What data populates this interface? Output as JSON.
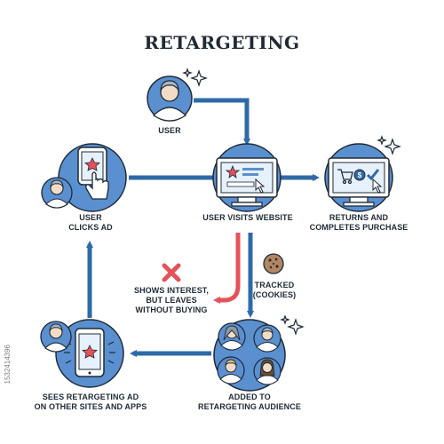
{
  "title": "RETARGETING",
  "colors": {
    "circle": "#5a8fd0",
    "arrow": "#2e6aa8",
    "outline": "#1f2a36",
    "accent_red": "#e4525a",
    "screen": "#e6f1fc",
    "cookie": "#b08766"
  },
  "nodes": {
    "user": "USER",
    "visit": "USER VISITS WEBSITE",
    "purchase_1": "RETURNS AND",
    "purchase_2": "COMPLETES PURCHASE",
    "clicks_1": "USER",
    "clicks_2": "CLICKS AD",
    "interest_1": "SHOWS INTEREST,",
    "interest_2": "BUT LEAVES",
    "interest_3": "WITHOUT BUYING",
    "tracked_1": "TRACKED",
    "tracked_2": "(COOKIES)",
    "added_1": "ADDED TO",
    "added_2": "RETARGETING AUDIENCE",
    "sees_1": "SEES RETARGETING AD",
    "sees_2": "ON OTHER SITES AND APPS"
  },
  "watermark": "1532414396",
  "icons": [
    "user-avatar-icon",
    "computer-icon",
    "cart-icon",
    "dollar-icon",
    "check-icon",
    "hand-pointer-icon",
    "star-icon",
    "phone-icon",
    "cross-icon",
    "cookie-icon",
    "sparkle-icon",
    "group-icon"
  ]
}
